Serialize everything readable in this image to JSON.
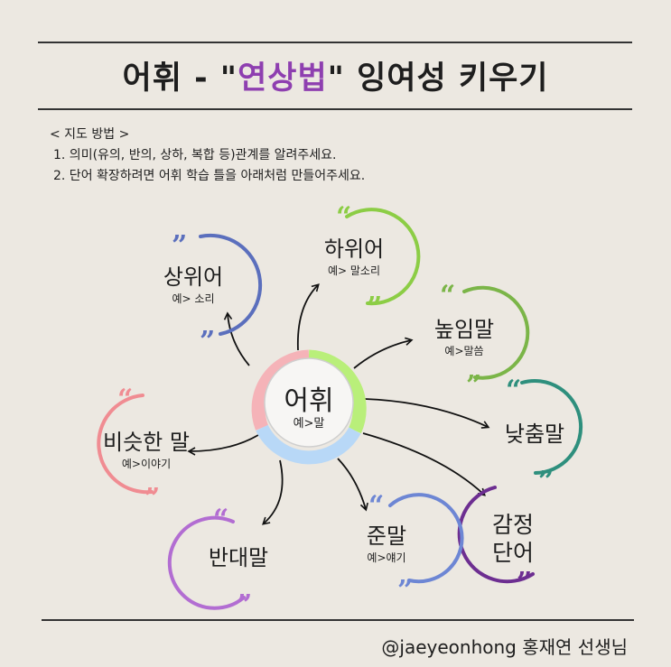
{
  "title": {
    "prefix": "어휘 - \"",
    "accent": "연상법",
    "suffix": "\" 잉여성 키우기"
  },
  "guide": {
    "heading": "< 지도 방법 >",
    "items": [
      "1. 의미(유의, 반의, 상하, 복합 등)관계를 알려주세요.",
      "2. 단어 확장하려면 어휘 학습 틀을 아래처럼 만들어주세요."
    ]
  },
  "center": {
    "label": "어휘",
    "example": "예>말"
  },
  "nodes": {
    "hypernym": {
      "label": "상위어",
      "example": "예> 소리",
      "color": "#5b6fbd"
    },
    "hyponym": {
      "label": "하위어",
      "example": "예> 말소리",
      "color": "#8ccd45"
    },
    "honorific": {
      "label": "높임말",
      "example": "예>말씀",
      "color": "#7bb548"
    },
    "humble": {
      "label": "낮춤말",
      "example": "",
      "color": "#2e8f7d"
    },
    "emotion": {
      "label": "감정\n단어",
      "example": "",
      "color": "#6d2e91"
    },
    "abbrev": {
      "label": "준말",
      "example": "예>얘기",
      "color": "#6d86d4"
    },
    "antonym": {
      "label": "반대말",
      "example": "",
      "color": "#b26dd2"
    },
    "synonym": {
      "label": "비슷한 말",
      "example": "예>이야기",
      "color": "#f08c92"
    }
  },
  "ring_colors": [
    "#f5b3b8",
    "#b9ef7a",
    "#b8d8f7"
  ],
  "footer": {
    "credit": "@jaeyeonhong 홍재연 선생님"
  }
}
